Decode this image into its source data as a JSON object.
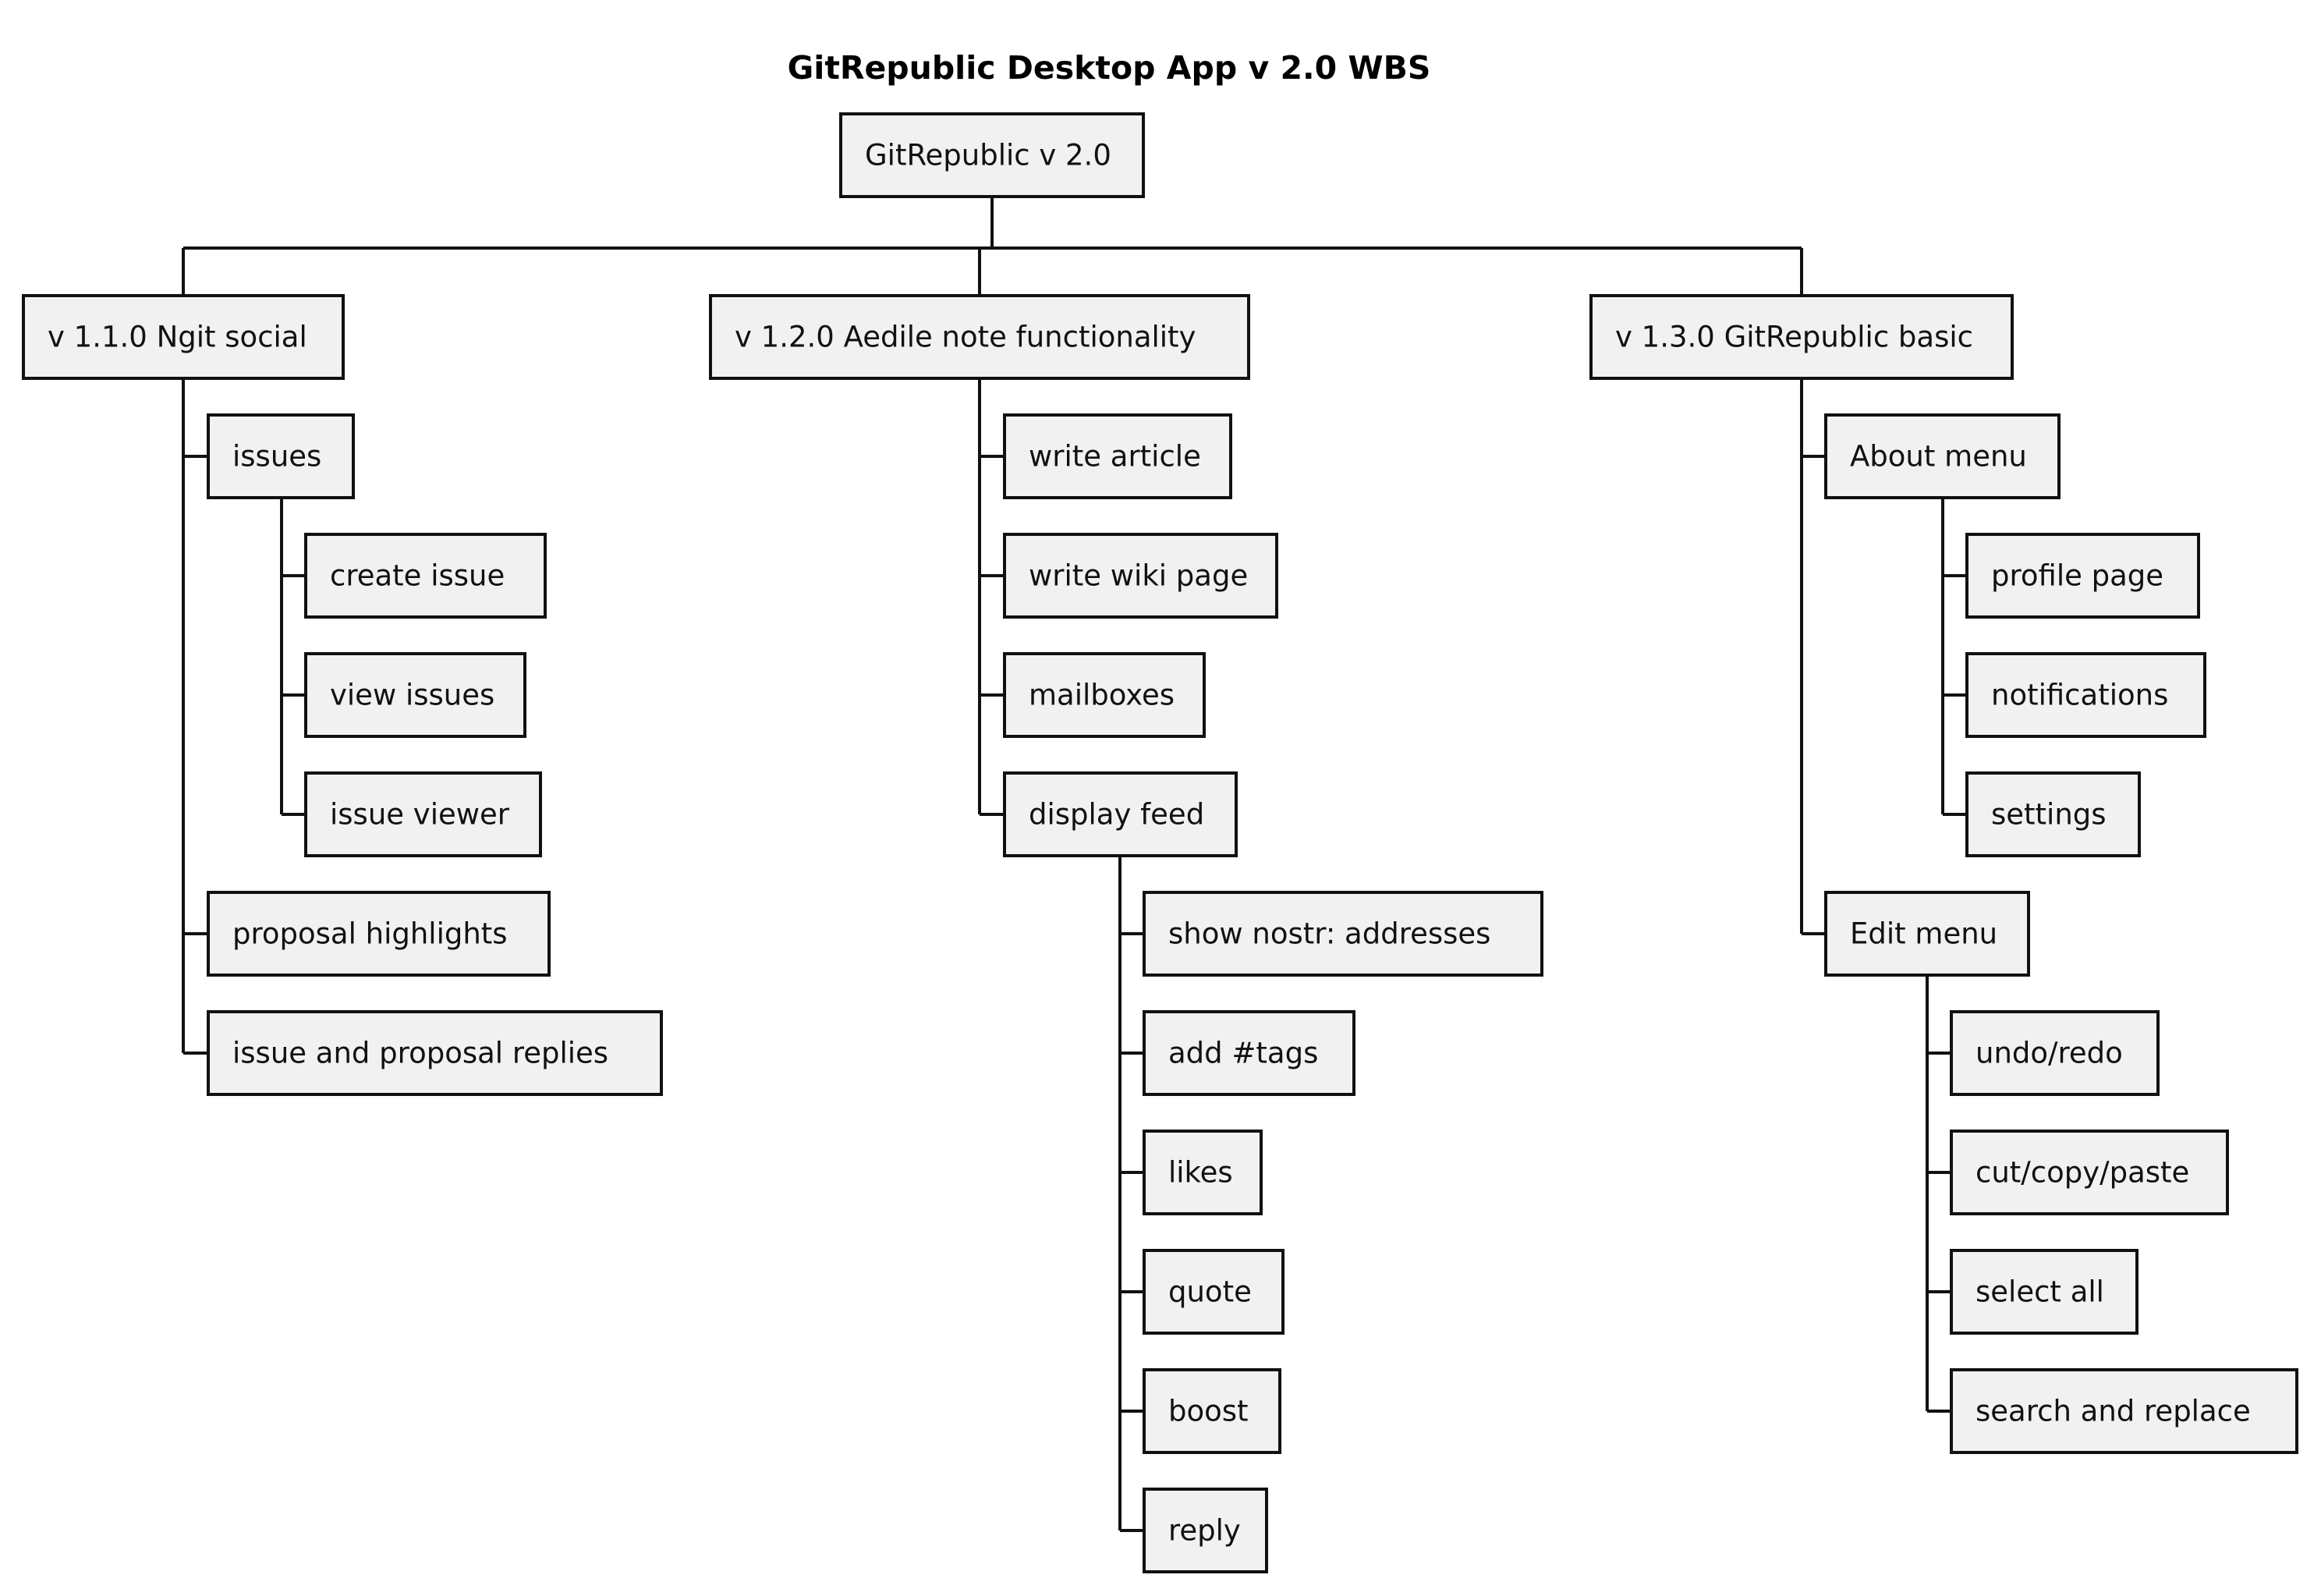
{
  "title": "GitRepublic Desktop App v 2.0 WBS",
  "root": {
    "label": "GitRepublic v 2.0",
    "children": [
      {
        "label": "v 1.1.0 Ngit social",
        "children": [
          {
            "label": "issues",
            "children": [
              {
                "label": "create issue"
              },
              {
                "label": "view issues"
              },
              {
                "label": "issue viewer"
              }
            ]
          },
          {
            "label": "proposal highlights"
          },
          {
            "label": "issue and proposal replies"
          }
        ]
      },
      {
        "label": "v 1.2.0 Aedile note functionality",
        "children": [
          {
            "label": "write article"
          },
          {
            "label": "write wiki page"
          },
          {
            "label": "mailboxes"
          },
          {
            "label": "display feed",
            "children": [
              {
                "label": "show nostr: addresses"
              },
              {
                "label": "add #tags"
              },
              {
                "label": "likes"
              },
              {
                "label": "quote"
              },
              {
                "label": "boost"
              },
              {
                "label": "reply"
              }
            ]
          }
        ]
      },
      {
        "label": "v 1.3.0 GitRepublic basic",
        "children": [
          {
            "label": "About menu",
            "children": [
              {
                "label": "profile page"
              },
              {
                "label": "notifications"
              },
              {
                "label": "settings"
              }
            ]
          },
          {
            "label": "Edit menu",
            "children": [
              {
                "label": "undo/redo"
              },
              {
                "label": "cut/copy/paste"
              },
              {
                "label": "select all"
              },
              {
                "label": "search and replace"
              }
            ]
          }
        ]
      }
    ]
  }
}
